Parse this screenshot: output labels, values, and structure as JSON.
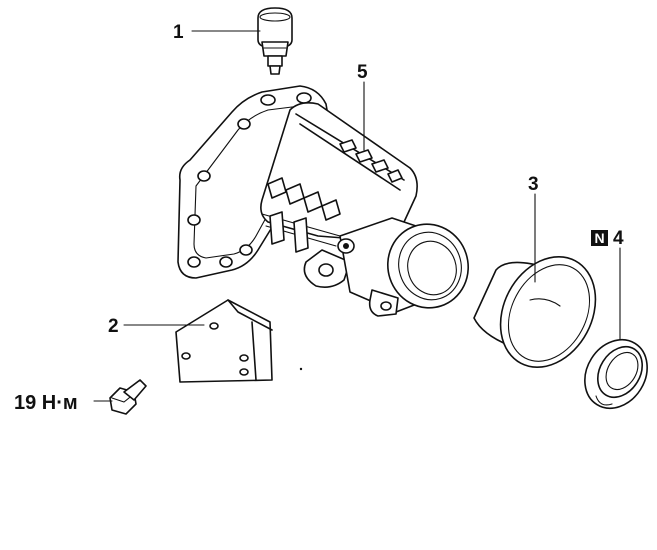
{
  "callouts": {
    "part1": "1",
    "part2": "2",
    "part3": "3",
    "part4": "4",
    "part5": "5",
    "torque": "19 Н·м",
    "new_part_marker": "N"
  }
}
